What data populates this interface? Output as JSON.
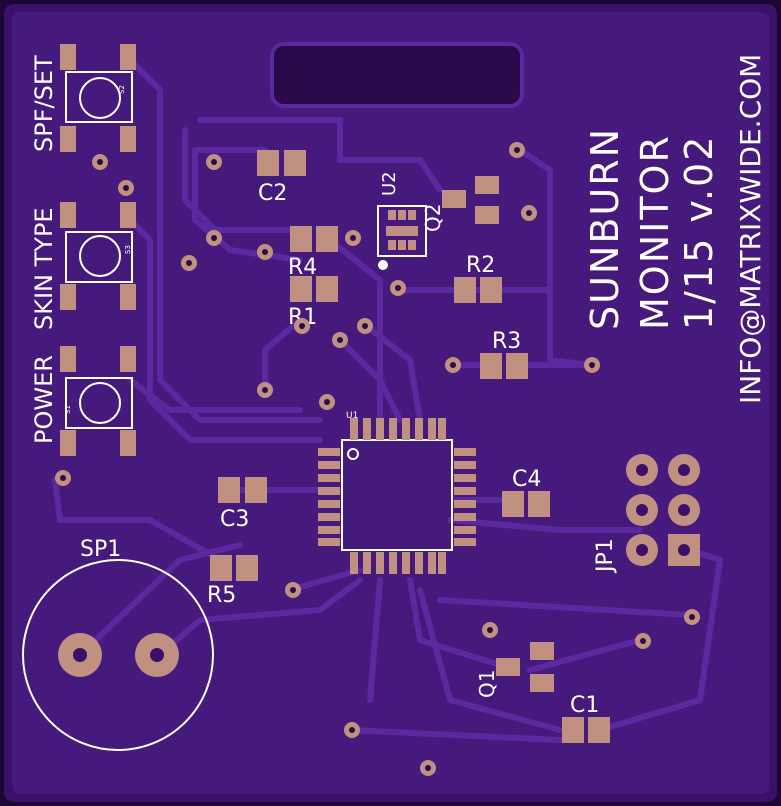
{
  "board": {
    "colors": {
      "substrate": "#3a1068",
      "pour": "#4a1a82",
      "trace": "#5c28a0",
      "pad": "#c09080",
      "silkscreen": "#ffffff",
      "edge": "#1c0636"
    }
  },
  "silkscreen": {
    "title_line1": "SUNBURN",
    "title_line2": "MONITOR",
    "version": "1/15 v.02",
    "email": "INFO@MATRIXWIDE.COM",
    "btn_spf": "SPF/SET",
    "btn_skin": "SKIN TYPE",
    "btn_power": "POWER"
  },
  "components": {
    "C1": "C1",
    "C2": "C2",
    "C3": "C3",
    "C4": "C4",
    "R1": "R1",
    "R2": "R2",
    "R3": "R3",
    "R4": "R4",
    "R5": "R5",
    "Q1": "Q1",
    "Q2": "Q2",
    "U1": "U1",
    "U2": "U2",
    "S1": "S1",
    "S2": "S2",
    "S3": "S3",
    "JP1": "JP1",
    "SP1": "SP1"
  }
}
